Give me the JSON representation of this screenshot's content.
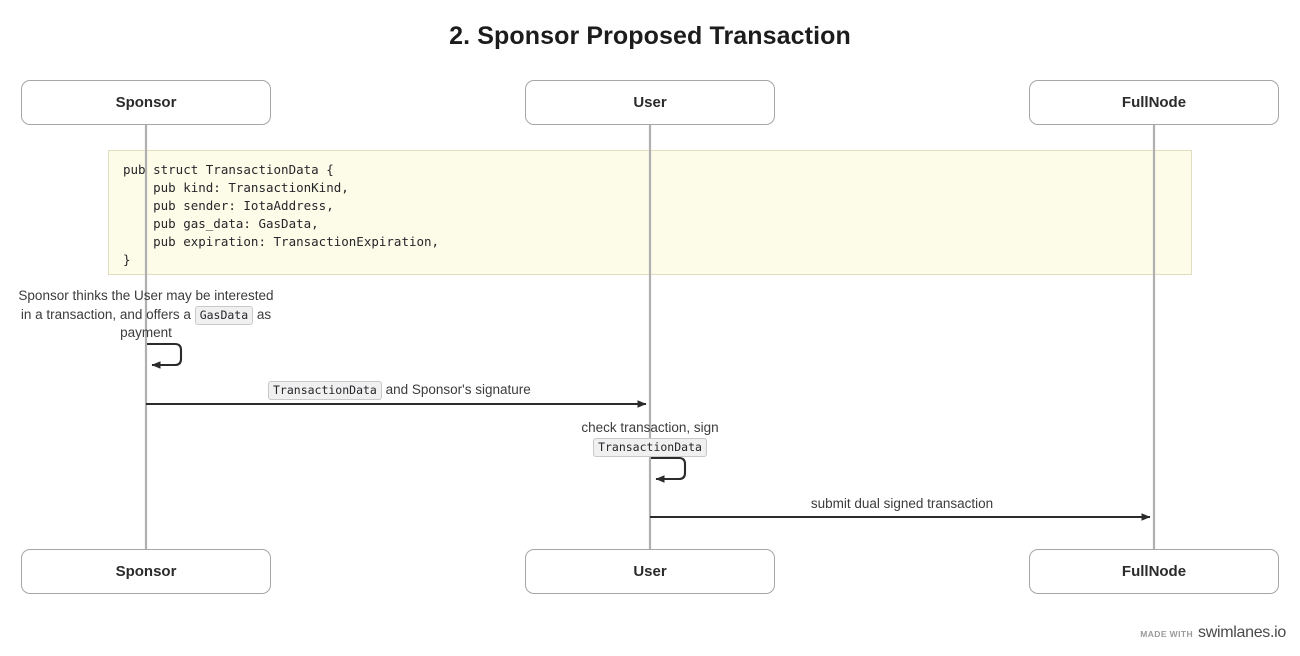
{
  "page": {
    "title": "2. Sponsor Proposed Transaction",
    "background": "#ffffff"
  },
  "colors": {
    "lifeline": "#b0b0b0",
    "arrow": "#2b2b2b",
    "box_border": "#a6a6a6",
    "note_background": "#fdfce8",
    "note_border": "#e0ddc0",
    "chip_background": "#f0f0f0",
    "chip_border": "#c9c9c9",
    "text": "#3c3c3c",
    "title_text": "#1c1c1c"
  },
  "participants": [
    {
      "id": "sponsor",
      "label": "Sponsor"
    },
    {
      "id": "user",
      "label": "User"
    },
    {
      "id": "fullnode",
      "label": "FullNode"
    }
  ],
  "participants_bottom": [
    {
      "id": "sponsor",
      "label": "Sponsor"
    },
    {
      "id": "user",
      "label": "User"
    },
    {
      "id": "fullnode",
      "label": "FullNode"
    }
  ],
  "code_note": {
    "language": "rust",
    "code": "pub struct TransactionData {\n    pub kind: TransactionKind,\n    pub sender: IotaAddress,\n    pub gas_data: GasData,\n    pub expiration: TransactionExpiration,\n}"
  },
  "notes": [
    {
      "id": "sponsor-intent-note",
      "over": "sponsor",
      "line1": "Sponsor thinks the User may be interested",
      "line2_pre": "in a transaction, and offers a ",
      "line2_code": "GasData",
      "line2_post": " as",
      "line3": "payment"
    }
  ],
  "messages": [
    {
      "id": "msg-sponsor-to-user",
      "from": "sponsor",
      "to": "user",
      "kind": "arrow",
      "label_code": "TransactionData",
      "label_text": " and Sponsor's signature"
    },
    {
      "id": "msg-user-self-check",
      "from": "user",
      "to": "user",
      "kind": "self",
      "label_line1": "check transaction, sign",
      "label_code": "TransactionData"
    },
    {
      "id": "msg-user-to-fullnode",
      "from": "user",
      "to": "fullnode",
      "kind": "arrow",
      "label_text": "submit dual signed transaction"
    },
    {
      "id": "msg-sponsor-self",
      "from": "sponsor",
      "to": "sponsor",
      "kind": "self",
      "label_text": ""
    }
  ],
  "watermark": {
    "made_with": "MADE WITH",
    "brand": "swimlanes.io"
  }
}
